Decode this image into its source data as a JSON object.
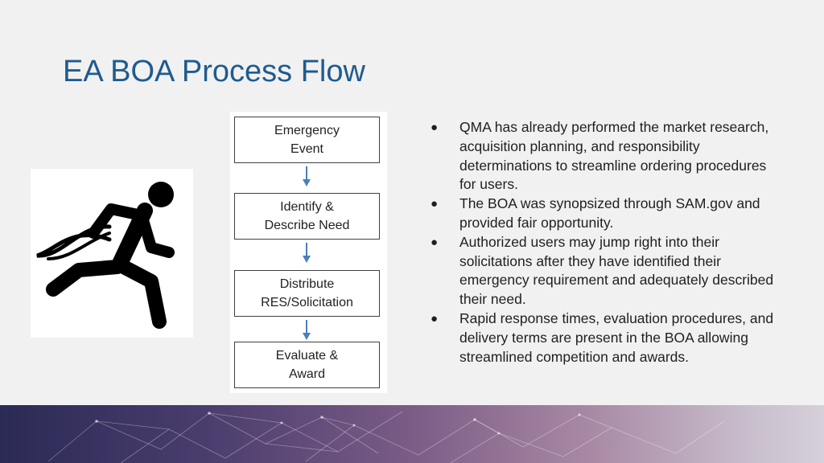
{
  "slide": {
    "title": "EA BOA Process Flow"
  },
  "flow": {
    "steps": [
      "Emergency\nEvent",
      "Identify &\nDescribe Need",
      "Distribute\nRES/Solicitation",
      "Evaluate &\nAward"
    ]
  },
  "bullets": {
    "marker": "●",
    "items": [
      "QMA has already performed the market research, acquisition planning, and responsibility determinations to streamline ordering procedures for users.",
      "The BOA was synopsized through SAM.gov and provided fair opportunity.",
      "Authorized users may jump right into their solicitations after they have identified their emergency requirement and adequately described their need.",
      "Rapid response times, evaluation procedures, and delivery terms are present in the BOA allowing streamlined competition and awards."
    ]
  },
  "icons": {
    "runner": "running-person-icon",
    "arrow": "arrow-down-icon"
  },
  "colors": {
    "title": "#1f5b8e",
    "arrow": "#4a7fb8",
    "background": "#f1f1f2"
  }
}
